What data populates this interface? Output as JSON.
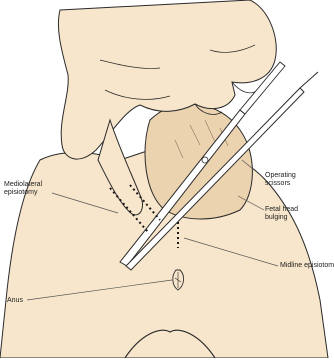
{
  "labels": {
    "operating_scissors": [
      "Operating",
      "scissors"
    ],
    "fetal_head_bulging": [
      "Fetal head",
      "bulging"
    ],
    "mediolateral_episiotomy": [
      "Mediolateral",
      "episiotomy"
    ],
    "midline_episiotomy": "Midline episiotom",
    "anus": "Anus"
  },
  "colors": {
    "skin": "#f7e6cb",
    "outline": "#2a2a2a",
    "leader": "#555555",
    "background": "#ffffff"
  }
}
